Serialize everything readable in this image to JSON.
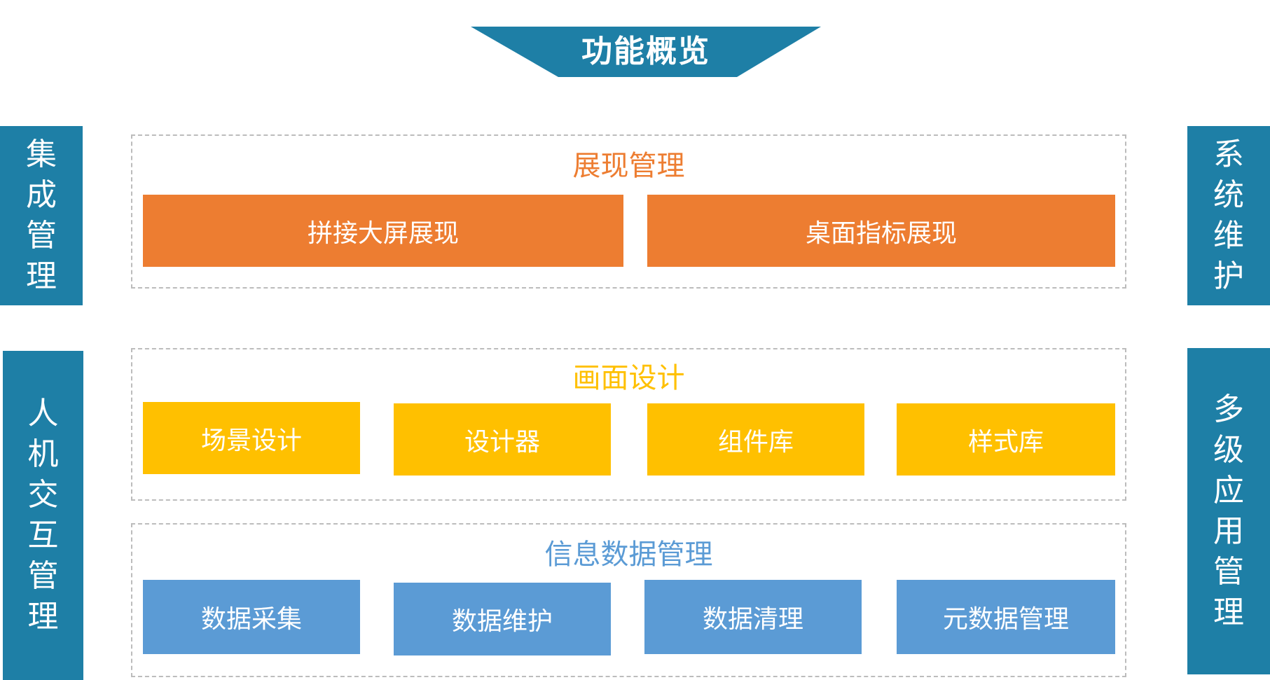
{
  "title": "功能概览",
  "colors": {
    "banner": "#1e7fa6",
    "presentation": "#ed7d31",
    "design": "#ffc000",
    "data": "#5b9bd5",
    "presentation_title": "#ed7d31",
    "design_title": "#ffc000",
    "data_title": "#5b9bd5"
  },
  "left_bars": [
    {
      "label": [
        "集",
        "成",
        "管",
        "理"
      ]
    },
    {
      "label": [
        "人",
        "机",
        "交",
        "互",
        "管",
        "理"
      ]
    }
  ],
  "right_bars": [
    {
      "label": [
        "系",
        "统",
        "维",
        "护"
      ]
    },
    {
      "label": [
        "多",
        "级",
        "应",
        "用",
        "管",
        "理"
      ]
    }
  ],
  "sections": [
    {
      "title": "展现管理",
      "items": [
        "拼接大屏展现",
        "桌面指标展现"
      ]
    },
    {
      "title": "画面设计",
      "items": [
        "场景设计",
        "设计器",
        "组件库",
        "样式库"
      ]
    },
    {
      "title": "信息数据管理",
      "items": [
        "数据采集",
        "数据维护",
        "数据清理",
        "元数据管理"
      ]
    }
  ]
}
